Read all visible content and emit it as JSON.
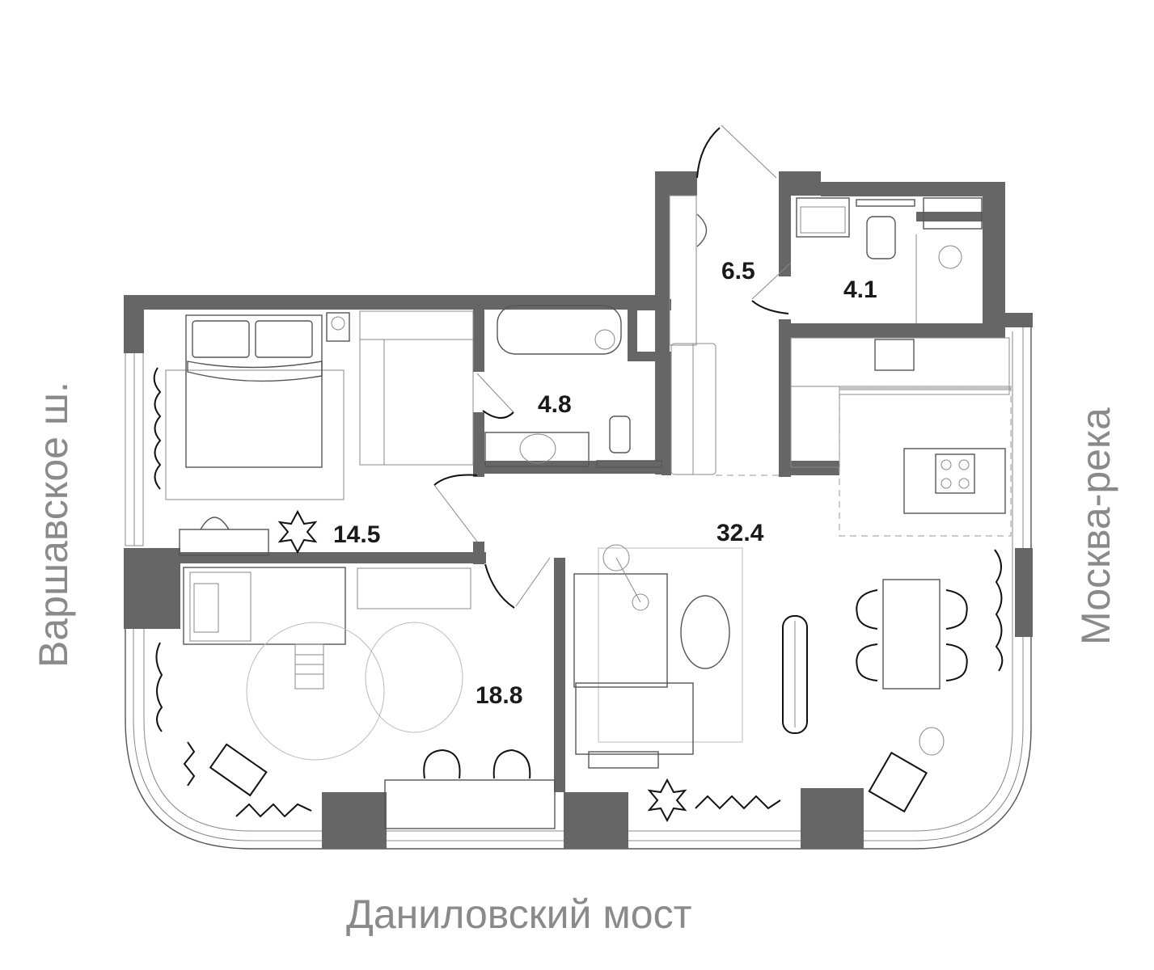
{
  "floor_plan": {
    "colors": {
      "wall": "#666666",
      "street_label": "#8a8a8a",
      "room_label": "#1a1a1a",
      "background": "#ffffff"
    },
    "rooms": [
      {
        "id": "bedroom",
        "area": "14.5"
      },
      {
        "id": "bathroom",
        "area": "4.8"
      },
      {
        "id": "hallway",
        "area": "6.5"
      },
      {
        "id": "wc",
        "area": "4.1"
      },
      {
        "id": "living-kitchen",
        "area": "32.4"
      },
      {
        "id": "kids-room",
        "area": "18.8"
      }
    ],
    "streets": {
      "left": "Варшавское ш.",
      "right": "Москва-река",
      "bottom": "Даниловский мост"
    }
  }
}
